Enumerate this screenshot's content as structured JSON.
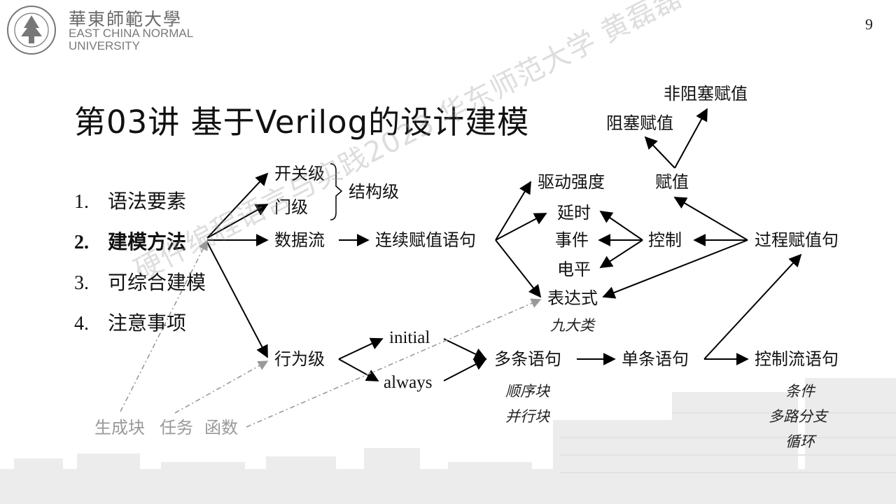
{
  "header": {
    "logo_cn": "華東師範大學",
    "logo_en_line1": "EAST CHINA NORMAL",
    "logo_en_line2": "UNIVERSITY",
    "page_number": "9"
  },
  "title": "第03讲  基于Verilog的设计建模",
  "outline": [
    {
      "num": "1.",
      "label": "语法要素",
      "bold": false
    },
    {
      "num": "2.",
      "label": "建模方法",
      "bold": true
    },
    {
      "num": "3.",
      "label": "可综合建模",
      "bold": false
    },
    {
      "num": "4.",
      "label": "注意事项",
      "bold": false
    }
  ],
  "nodes": {
    "switch_level": "开关级",
    "gate_level": "门级",
    "structural_level": "结构级",
    "dataflow": "数据流",
    "continuous_assign": "连续赋值语句",
    "behavioral_level": "行为级",
    "initial": "initial",
    "always": "always",
    "multi_stmt": "多条语句",
    "single_stmt": "单条语句",
    "control_flow_stmt": "控制流语句",
    "drive_strength": "驱动强度",
    "delay": "延时",
    "event": "事件",
    "level": "电平",
    "expression": "表达式",
    "control": "控制",
    "procedural_assign": "过程赋值句",
    "assign": "赋值",
    "blocking_assign": "阻塞赋值",
    "nonblocking_assign": "非阻塞赋值",
    "generate_block": "生成块",
    "task": "任务",
    "function": "函数"
  },
  "notes": {
    "expression_types": "九大类",
    "sequential_block": "顺序块",
    "parallel_block": "并行块",
    "condition": "条件",
    "case": "多路分支",
    "loop": "循环"
  },
  "watermark": "硬件编程语言与实践2023 华东师范大学 黄磊磊"
}
